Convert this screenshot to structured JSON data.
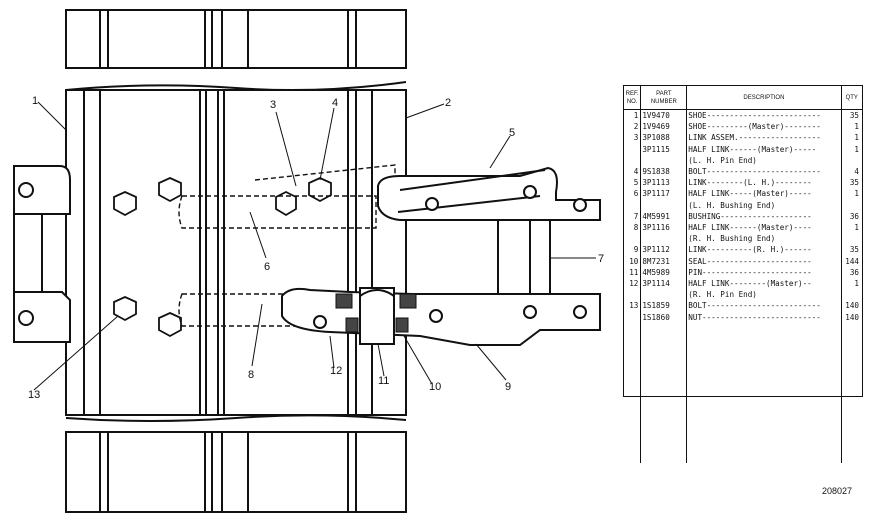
{
  "callouts": [
    "1",
    "2",
    "3",
    "4",
    "5",
    "6",
    "7",
    "8",
    "9",
    "10",
    "11",
    "12",
    "13"
  ],
  "table": {
    "headers": {
      "ref": "REF. NO.",
      "part": "PART NUMBER",
      "desc": "DESCRIPTION",
      "qty": "QTY"
    },
    "rows": [
      {
        "ref": "1",
        "part": "1V9470",
        "desc": "SHOE-------------------------",
        "qty": "35"
      },
      {
        "ref": "2",
        "part": "1V9469",
        "desc": "SHOE---------(Master)--------",
        "qty": "1"
      },
      {
        "ref": "3",
        "part": "3P1088",
        "desc": "LINK ASSEM.------------------",
        "qty": "1"
      },
      {
        "ref": "",
        "part": "3P1115",
        "desc": "  HALF LINK------(Master)-----",
        "qty": "1"
      },
      {
        "ref": "",
        "part": "",
        "desc": "        (L. H.  Pin End)",
        "qty": ""
      },
      {
        "ref": "4",
        "part": "9S1838",
        "desc": "BOLT-------------------------",
        "qty": "4"
      },
      {
        "ref": "5",
        "part": "3P1113",
        "desc": "  LINK--------(L. H.)--------",
        "qty": "35"
      },
      {
        "ref": "6",
        "part": "3P1117",
        "desc": "  HALF LINK-----(Master)-----",
        "qty": "1"
      },
      {
        "ref": "",
        "part": "",
        "desc": "      (L. H.  Bushing End)",
        "qty": ""
      },
      {
        "ref": "7",
        "part": "4M5991",
        "desc": "  BUSHING--------------------",
        "qty": "36"
      },
      {
        "ref": "8",
        "part": "3P1116",
        "desc": "  HALF LINK------(Master)----",
        "qty": "1"
      },
      {
        "ref": "",
        "part": "",
        "desc": "      (R. H.  Bushing End)",
        "qty": ""
      },
      {
        "ref": "9",
        "part": "3P1112",
        "desc": "  LINK----------(R. H.)------",
        "qty": "35"
      },
      {
        "ref": "10",
        "part": "8M7231",
        "desc": "  SEAL-----------------------",
        "qty": "144"
      },
      {
        "ref": "11",
        "part": "4M5989",
        "desc": "  PIN------------------------",
        "qty": "36"
      },
      {
        "ref": "12",
        "part": "3P1114",
        "desc": "  HALF LINK--------(Master)--",
        "qty": "1"
      },
      {
        "ref": "",
        "part": "",
        "desc": "         (R. H.  Pin End)",
        "qty": ""
      },
      {
        "ref": "13",
        "part": "1S1859",
        "desc": "BOLT-------------------------",
        "qty": "140"
      },
      {
        "ref": "",
        "part": "1S1860",
        "desc": "NUT--------------------------",
        "qty": "140"
      }
    ]
  },
  "figure_id": "208027"
}
